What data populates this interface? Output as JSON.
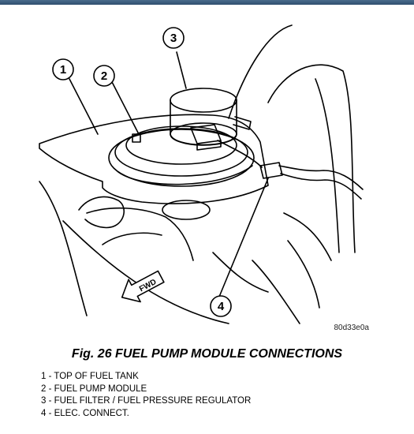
{
  "figure": {
    "callouts": [
      "1",
      "2",
      "3",
      "4"
    ],
    "fwd_label": "FWD",
    "code": "80d33e0a",
    "caption": "Fig. 26 FUEL PUMP MODULE CONNECTIONS"
  },
  "legend": {
    "items": [
      "1 - TOP OF FUEL TANK",
      "2 - FUEL PUMP MODULE",
      "3 - FUEL FILTER / FUEL PRESSURE REGULATOR",
      "4 - ELEC. CONNECT."
    ]
  }
}
